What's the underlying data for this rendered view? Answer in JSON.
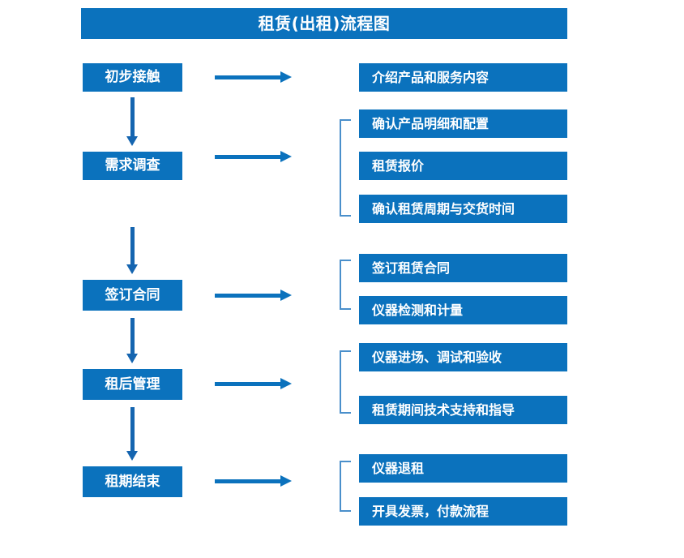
{
  "document": {
    "title": "租赁(出租)流程图",
    "accent_color": "#0B72BD",
    "arrow_color": "#1565B0",
    "bracket_color": "#4A8FCB",
    "background_color": "#FFFFFF"
  },
  "flow": {
    "stages": [
      {
        "id": "stage-1",
        "label": "初步接触"
      },
      {
        "id": "stage-2",
        "label": "需求调查"
      },
      {
        "id": "stage-3",
        "label": "签订合同"
      },
      {
        "id": "stage-4",
        "label": "租后管理"
      },
      {
        "id": "stage-5",
        "label": "租期结束"
      }
    ],
    "details": [
      {
        "id": "detail-1-1",
        "stage": "初步接触",
        "label": "介绍产品和服务内容"
      },
      {
        "id": "detail-2-1",
        "stage": "需求调查",
        "label": "确认产品明细和配置"
      },
      {
        "id": "detail-2-2",
        "stage": "需求调查",
        "label": "租赁报价"
      },
      {
        "id": "detail-2-3",
        "stage": "需求调查",
        "label": "确认租赁周期与交货时间"
      },
      {
        "id": "detail-3-1",
        "stage": "签订合同",
        "label": "签订租赁合同"
      },
      {
        "id": "detail-3-2",
        "stage": "签订合同",
        "label": "仪器检测和计量"
      },
      {
        "id": "detail-4-1",
        "stage": "租后管理",
        "label": "仪器进场、调试和验收"
      },
      {
        "id": "detail-4-2",
        "stage": "租后管理",
        "label": "租赁期间技术支持和指导"
      },
      {
        "id": "detail-5-1",
        "stage": "租期结束",
        "label": "仪器退租"
      },
      {
        "id": "detail-5-2",
        "stage": "租期结束",
        "label": "开具发票，付款流程"
      }
    ],
    "connector_labels": {
      "stage_to_detail": "指向箭头",
      "stage_to_stage": "向下箭头",
      "detail_group": "分组括号"
    }
  }
}
